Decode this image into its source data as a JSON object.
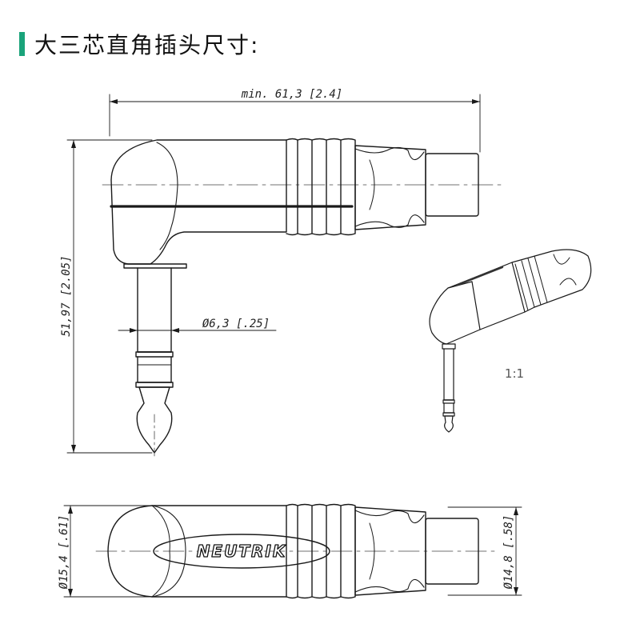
{
  "header": {
    "title": "大三芯直角插头尺寸:",
    "accent_color": "#1aa37a"
  },
  "dimensions": {
    "length": "min. 61,3 [2.4]",
    "height": "51,97 [2.05]",
    "tip_diameter": "Ø6,3 [.25]",
    "body_diameter": "Ø15,4 [.61]",
    "boot_diameter": "Ø14,8 [.58]"
  },
  "scale_label": "1:1",
  "brand_label": "NEUTRIK"
}
